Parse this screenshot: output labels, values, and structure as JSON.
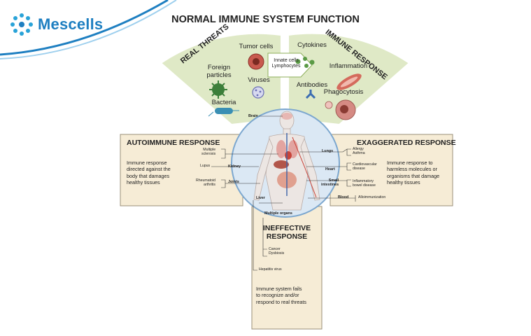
{
  "brand": {
    "name": "Mescells",
    "accent": "#1e7fc1"
  },
  "title": "NORMAL IMMUNE SYSTEM FUNCTION",
  "fan": {
    "left_title": "REAL THREATS",
    "right_title": "IMMUNE RESPONSE",
    "arrow_label": "Innate cells\nLymphocytes",
    "threats": [
      "Tumor cells",
      "Foreign\nparticles",
      "Viruses",
      "Bacteria"
    ],
    "responses": [
      "Cytokines",
      "Inflammation",
      "Antibodies",
      "Phagocytosis"
    ],
    "fan_color": "#dfe9c6"
  },
  "autoimmune": {
    "title": "AUTOIMMUNE RESPONSE",
    "text": "Immune response\ndirected against the\nbody that damages\nhealthy tissues"
  },
  "exaggerated": {
    "title": "EXAGGERATED RESPONSE",
    "text": "Immune response to\nharmless molecules or\norganisms that damage\nhealthy tissues"
  },
  "ineffective": {
    "title": "INEFFECTIVE\nRESPONSE",
    "text": "Immune system fails\nto recognize and/or\nrespond to real threats"
  },
  "organs": {
    "brain": "Brain",
    "kidney": "Kidney",
    "joints": "Joints",
    "liver": "Liver",
    "lungs": "Lungs",
    "heart": "Heart",
    "small_intestines": "Small\nintestines",
    "blood": "Blood",
    "multiple_organs": "Multiple organs"
  },
  "diseases": {
    "multiple_sclerosis": "Multiple\nsclerosis",
    "lupus": "Lupus",
    "rheumatoid_arthritis": "Rheumatoid\narthritis",
    "allergy_asthma": "Allergy\nAsthma",
    "cardiovascular": "Cardiovascular\ndisease",
    "ibd": "Inflammatory\nbowel disease",
    "alloimmunization": "Alloimmunization",
    "cancer_dysbiosis": "Cancer\nDysbiosis",
    "hepatitis": "Hepatitis virus"
  },
  "colors": {
    "box_fill": "#f6ecd6",
    "box_border": "#9a8f78",
    "circle_fill": "#dbe8f4",
    "circle_border": "#7ca7cf"
  }
}
